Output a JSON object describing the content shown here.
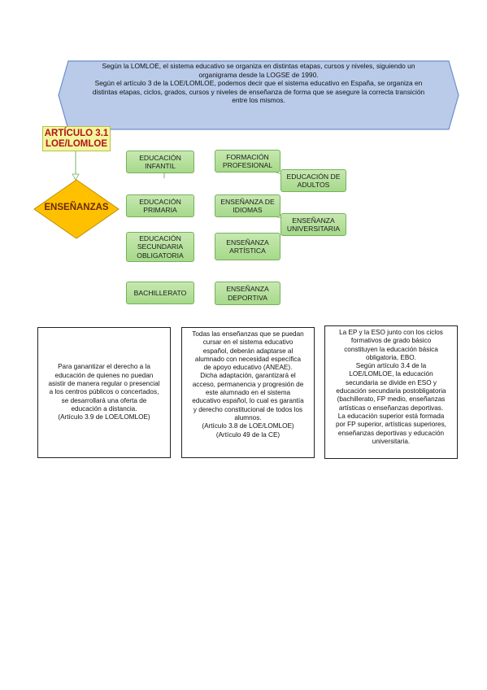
{
  "header": {
    "lines": [
      "Según la LOMLOE, el sistema educativo se organiza en distintas etapas, cursos y niveles, siguiendo un",
      "organigrama desde la LOGSE de 1990.",
      "Según el artículo 3 de la LOE/LOMLOE, podemos decir que el sistema educativo en España, se organiza en",
      "distintas etapas, ciclos, grados, cursos y niveles de enseñanza de forma que se asegure la correcta transición",
      "entre los mismos."
    ]
  },
  "article": {
    "line1": "ARTÍCULO 3.1",
    "line2": "LOE/LOMLOE"
  },
  "diamond": {
    "label": "ENSEÑANZAS"
  },
  "nodes": {
    "infantil": "EDUCACIÓN INFANTIL",
    "primaria": "EDUCACIÓN PRIMARIA",
    "eso": "EDUCACIÓN SECUNDARIA OBLIGATORIA",
    "bachillerato": "BACHILLERATO",
    "fp": "FORMACIÓN PROFESIONAL",
    "adultos": "EDUCACIÓN DE ADULTOS",
    "idiomas": "ENSEÑANZA DE IDIOMAS",
    "universitaria": "ENSEÑANZA UNIVERSITARIA",
    "artistica": "ENSEÑANZA ARTÍSTICA",
    "deportiva": "ENSEÑANZA DEPORTIVA"
  },
  "notes": {
    "left": [
      "Para ganantizar el derecho a la",
      "educación de quienes no puedan",
      "asistir de manera regular o presencial",
      "a los centros públicos o concertados,",
      "se desarrollará una oferta de",
      "educación a distancia.",
      "(Artículo 3.9 de LOE/LOMLOE)"
    ],
    "middle": [
      "Todas las enseñanzas que se puedan",
      "cursar en el sistema educativo",
      "español, deberán adaptarse al",
      "alumnado con necesidad específica",
      "de apoyo educativo (ANEAE).",
      "Dicha adaptación, garantizará el",
      "acceso, permanencia y progresión de",
      "este alumnado en el sistema",
      "educativo español, lo cual es garantía",
      "y derecho constitucional de todos los",
      "alumnos.",
      "(Artículo 3.8 de LOE/LOMLOE)",
      "(Artículo 49 de la CE)"
    ],
    "right": [
      "La EP y la ESO junto con los ciclos",
      "formativos de grado básico",
      "constituyen la educación básica",
      "obligatoria, EBO.",
      "Según artículo 3.4 de la",
      "LOE/LOMLOE, la educación",
      "secundaria se divide en ESO y",
      "educación secundaria postobligatoria",
      "(bachillerato, FP medio, enseñanzas",
      "artísticas o enseñanzas deportivas.",
      "La educación superior está formada",
      "por FP superior, artísticas superiores,",
      "enseñanzas deportivas y educación",
      "universitaria."
    ]
  },
  "colors": {
    "banner_fill": "#b9cbe9",
    "banner_stroke": "#6e8fc9",
    "article_fill": "#f3f79c",
    "article_text": "#b2111f",
    "diamond_fill": "#ffc000",
    "box_fill": "#b5e09b",
    "box_stroke": "#76b15b"
  }
}
